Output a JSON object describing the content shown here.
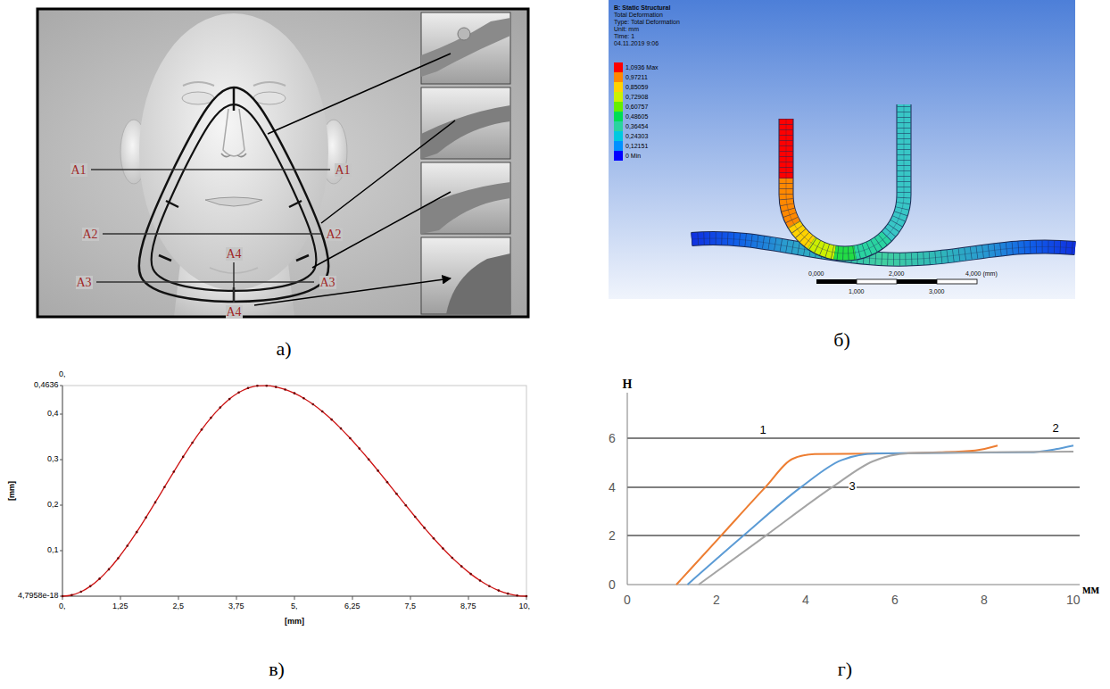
{
  "diagram": {
    "nodes": [
      {
        "text": [
          "а)"
        ]
      },
      {
        "text": [
          "б)"
        ]
      },
      {
        "text": [
          "в)"
        ]
      },
      {
        "text": [
          "г)"
        ]
      }
    ],
    "labels": [
      "A1",
      "A1",
      "A2",
      "A2",
      "A3",
      "A3",
      "A4",
      "A4",
      "B: Static Structural",
      "Total Deformation",
      "Type: Total Deformation",
      "Unit: mm",
      "Time: 1",
      "04.11.2019 9:06",
      "0,000",
      "2,000",
      "4,000 (mm)",
      "1,000",
      "3,000",
      "0,",
      "0,4636",
      "0,4",
      "0,3",
      "0,2",
      "0,1",
      "4,7958e-18",
      "[mm]",
      "0,",
      "1,25",
      "2,5",
      "3,75",
      "5,",
      "6,25",
      "7,5",
      "8,75",
      "10,",
      "[mm]",
      "Н",
      "6",
      "4",
      "2",
      "0",
      "0",
      "2",
      "4",
      "6",
      "8",
      "10",
      "мм",
      "1",
      "2",
      "3"
    ],
    "legend": [
      {
        "text": "1,0936 Max",
        "color": "#ff0000"
      },
      {
        "text": "0,97211",
        "color": "#ff8800"
      },
      {
        "text": "0,85059",
        "color": "#ffd200"
      },
      {
        "text": "0,72908",
        "color": "#ccf000"
      },
      {
        "text": "0,60757",
        "color": "#66ee00"
      },
      {
        "text": "0,48605",
        "color": "#00dd55"
      },
      {
        "text": "0,36454",
        "color": "#2ad3a0"
      },
      {
        "text": "0,24303",
        "color": "#00c8e0"
      },
      {
        "text": "0,12151",
        "color": "#0090ff"
      },
      {
        "text": "0 Min",
        "color": "#0000ff"
      }
    ]
  }
}
